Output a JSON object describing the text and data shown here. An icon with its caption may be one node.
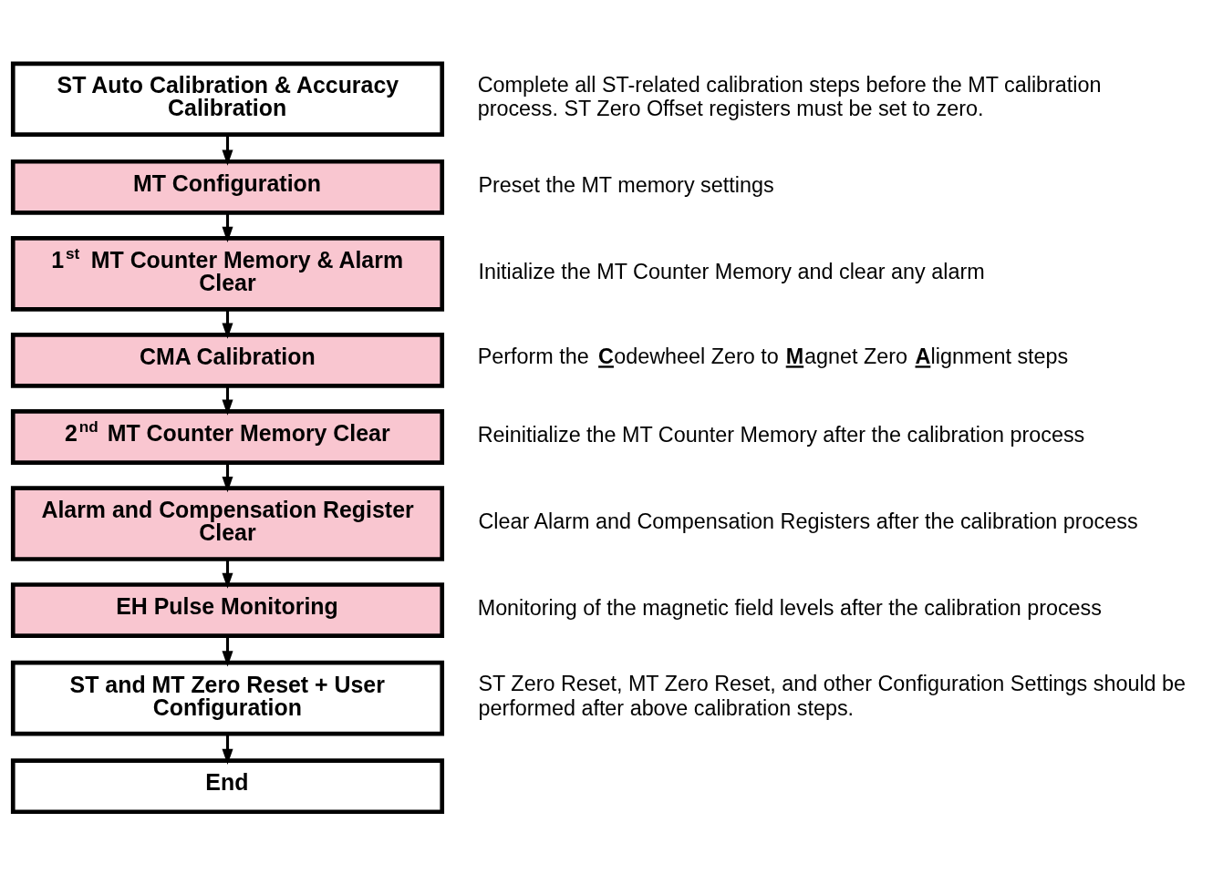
{
  "diagram": {
    "nodes": [
      {
        "text": [
          "ST Auto Calibration & Accuracy Calibration"
        ],
        "beside": [
          "Complete all ST-related calibration steps before the MT calibration process. ST Zero Offset registers must be set to zero."
        ]
      },
      {
        "text": [
          "MT Configuration"
        ],
        "beside": [
          "Preset the MT memory settings"
        ]
      },
      {
        "text": [
          "1$^{st}$ MT Counter Memory & Alarm Clear"
        ],
        "beside": [
          "Initialize the MT Counter Memory and clear any alarm"
        ]
      },
      {
        "text": [
          "CMA Calibration"
        ],
        "beside": [
          "Perform the **C**odewheel Zero to **M**agnet Zero **A**lignment steps"
        ]
      },
      {
        "text": [
          "2$^{nd}$ MT Counter Memory Clear"
        ],
        "beside": [
          "Reinitialize the MT Counter Memory after the calibration process"
        ]
      },
      {
        "text": [
          "Alarm and Compensation Register Clear"
        ],
        "beside": [
          "Clear Alarm and Compensation Registers after the calibration process"
        ]
      },
      {
        "text": [
          "EH Pulse Monitoring"
        ],
        "beside": [
          "Monitoring of the magnetic field levels after the calibration process"
        ]
      },
      {
        "text": [
          "ST and MT Zero Reset + User Configuration"
        ],
        "beside": [
          "ST Zero Reset, MT Zero Reset, and other Configuration Settings should be performed after above calibration steps."
        ]
      },
      {
        "text": [
          "End"
        ]
      }
    ],
    "edges": [
      {
        "from": 0,
        "to": 1,
        "arrow": "to"
      },
      {
        "from": 1,
        "to": 2,
        "arrow": "to"
      },
      {
        "from": 2,
        "to": 3,
        "arrow": "to"
      },
      {
        "from": 3,
        "to": 4,
        "arrow": "to"
      },
      {
        "from": 4,
        "to": 5,
        "arrow": "to"
      },
      {
        "from": 5,
        "to": 6,
        "arrow": "to"
      },
      {
        "from": 6,
        "to": 7,
        "arrow": "to"
      },
      {
        "from": 7,
        "to": 8,
        "arrow": "to"
      }
    ]
  }
}
